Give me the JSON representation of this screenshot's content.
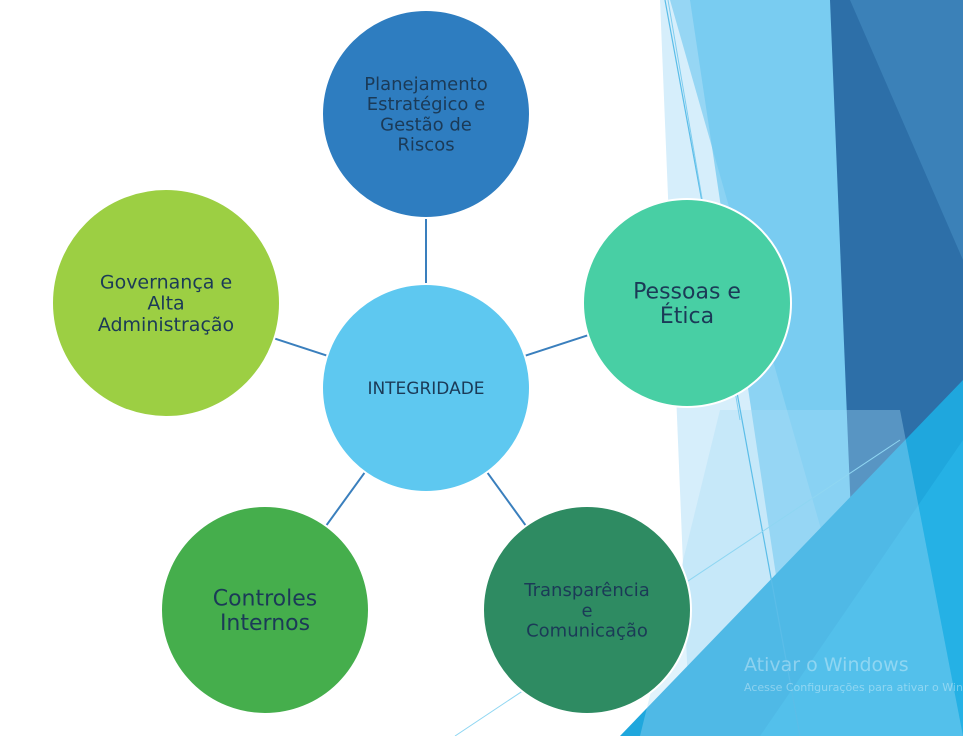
{
  "diagram": {
    "center": {
      "label": "INTEGRIDADE",
      "color": "#5ec8f0"
    },
    "nodes": [
      {
        "id": "planejamento",
        "lines": [
          "Planejamento",
          "Estratégico e",
          "Gestão de",
          "Riscos"
        ],
        "color": "#2e7dc0"
      },
      {
        "id": "pessoas",
        "lines": [
          "Pessoas e",
          "Ética"
        ],
        "color": "#48cfa4"
      },
      {
        "id": "transparencia",
        "lines": [
          "Transparência",
          "e",
          "Comunicação"
        ],
        "color": "#2e8b62"
      },
      {
        "id": "controles",
        "lines": [
          "Controles",
          "Internos"
        ],
        "color": "#45ae4c"
      },
      {
        "id": "governanca",
        "lines": [
          "Governança e",
          "Alta",
          "Administração"
        ],
        "color": "#9ccf43"
      }
    ],
    "connector_color": "#3a7fbd"
  },
  "watermark": {
    "title": "Ativar o Windows",
    "subtitle": "Acesse Configurações para ativar o Windows."
  }
}
